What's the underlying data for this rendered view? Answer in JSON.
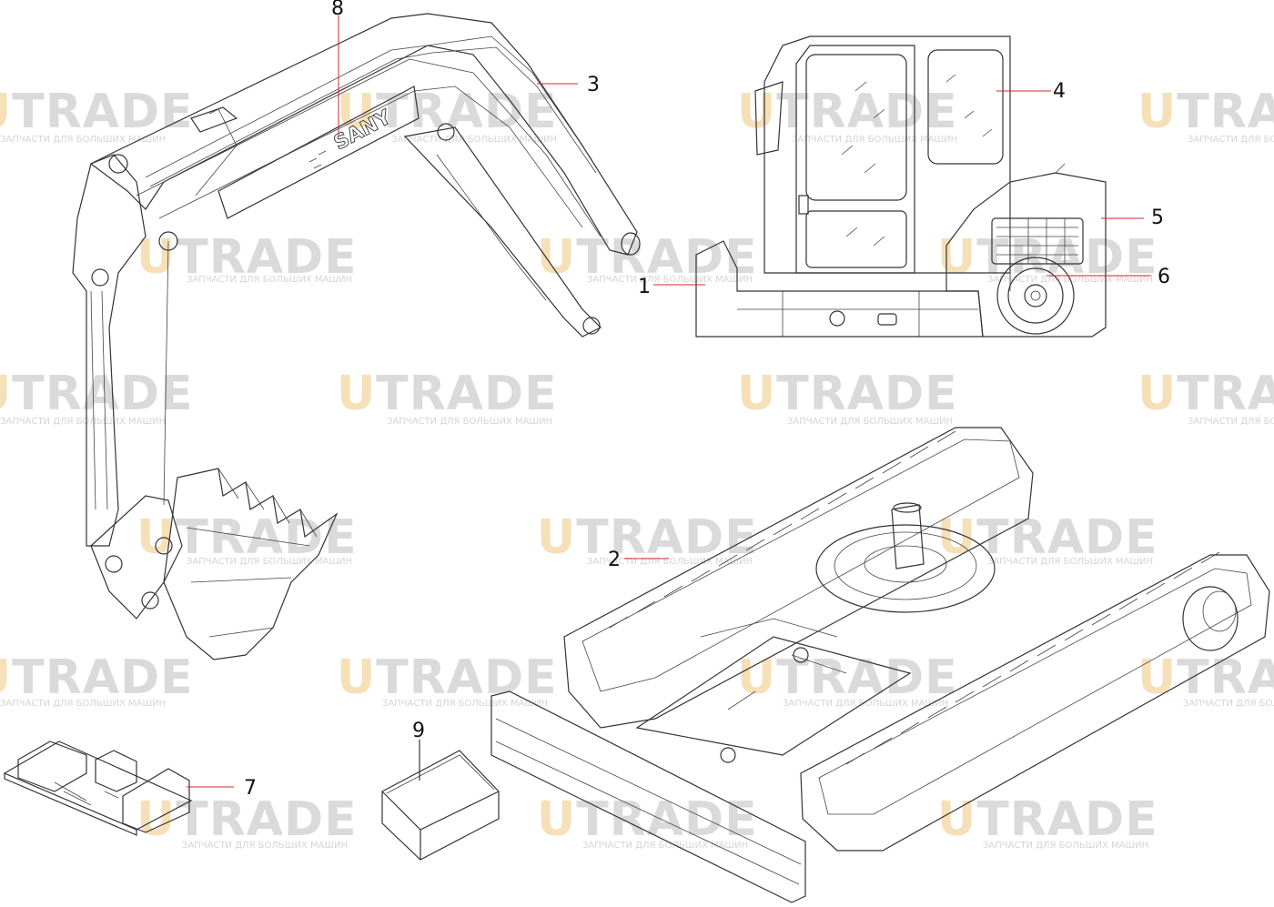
{
  "watermark": {
    "logo": "TRADE",
    "logo_prefix": "U",
    "tagline": "ЗАПЧАСТИ ДЛЯ БОЛЬШИХ МАШИН"
  },
  "brand_on_boom": "SANY",
  "callouts": {
    "c1": "1",
    "c2": "2",
    "c3": "3",
    "c4": "4",
    "c5": "5",
    "c6": "6",
    "c7": "7",
    "c8": "8",
    "c9": "9"
  },
  "colors": {
    "ink": "#333333",
    "leader_red": "#d12a2a",
    "watermark_gray": "#d6d6d6",
    "watermark_gold": "#f5ddb0"
  }
}
